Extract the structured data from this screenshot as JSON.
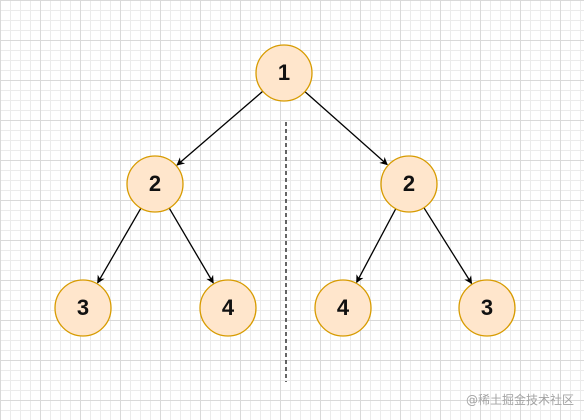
{
  "diagram": {
    "node_fill": "#ffe6cc",
    "node_stroke": "#d79b00",
    "edge_color": "#000000",
    "divider_color": "#333333",
    "nodes": [
      {
        "id": "root",
        "label": "1"
      },
      {
        "id": "left-child",
        "label": "2"
      },
      {
        "id": "right-child",
        "label": "2"
      },
      {
        "id": "left-left-leaf",
        "label": "3"
      },
      {
        "id": "left-right-leaf",
        "label": "4"
      },
      {
        "id": "right-left-leaf",
        "label": "4"
      },
      {
        "id": "right-right-leaf",
        "label": "3"
      }
    ],
    "edges": [
      {
        "from": "root",
        "to": "left-child"
      },
      {
        "from": "root",
        "to": "right-child"
      },
      {
        "from": "left-child",
        "to": "left-left-leaf"
      },
      {
        "from": "left-child",
        "to": "left-right-leaf"
      },
      {
        "from": "right-child",
        "to": "right-left-leaf"
      },
      {
        "from": "right-child",
        "to": "right-right-leaf"
      }
    ]
  },
  "watermark": "@稀土掘金技术社区"
}
